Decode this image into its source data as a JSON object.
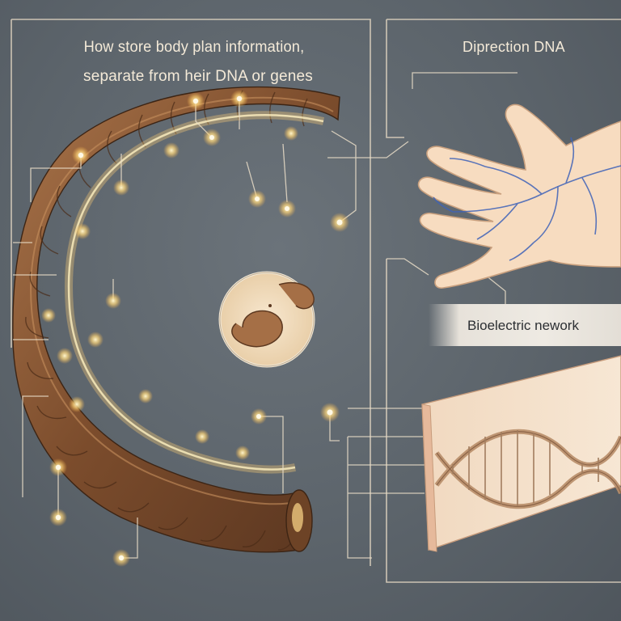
{
  "left_panel": {
    "title_line1": "How store body plan information,",
    "title_line2": "separate from heir DNA or genes"
  },
  "right_panel": {
    "label_top": "Diprection DNA",
    "label_middle": "Bioelectric nework"
  },
  "colors": {
    "background": "#5d656d",
    "panel_line": "#e2d6c2",
    "glow": "#ffd77a",
    "worm_skin": "#8a5a35",
    "text_light": "#f4ead8",
    "vein_blue": "#3f63b8"
  },
  "icons": [
    "worm-illustration",
    "magnifier-inset",
    "hand-illustration",
    "dna-helix-block"
  ]
}
